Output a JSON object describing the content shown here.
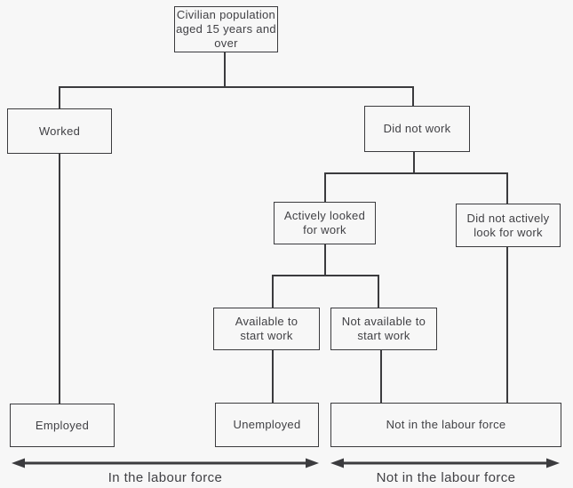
{
  "colors": {
    "background": "#f7f7f7",
    "line": "#3b3b3e",
    "text": "#414145"
  },
  "flowchart": {
    "nodes": {
      "root": {
        "label": "Civilian population\naged 15 years and\nover"
      },
      "worked": {
        "label": "Worked"
      },
      "did_not_work": {
        "label": "Did not work"
      },
      "actively_looked": {
        "label": "Actively looked\nfor work"
      },
      "did_not_actively": {
        "label": "Did not actively\nlook for work"
      },
      "available": {
        "label": "Available to\nstart work"
      },
      "not_available": {
        "label": "Not available to\nstart work"
      },
      "employed": {
        "label": "Employed"
      },
      "unemployed": {
        "label": "Unemployed"
      },
      "not_in_labour_force": {
        "label": "Not in the labour force"
      }
    },
    "axis_labels": {
      "in_labour_force": "In the labour force",
      "not_in_labour_force": "Not in the labour force"
    }
  }
}
